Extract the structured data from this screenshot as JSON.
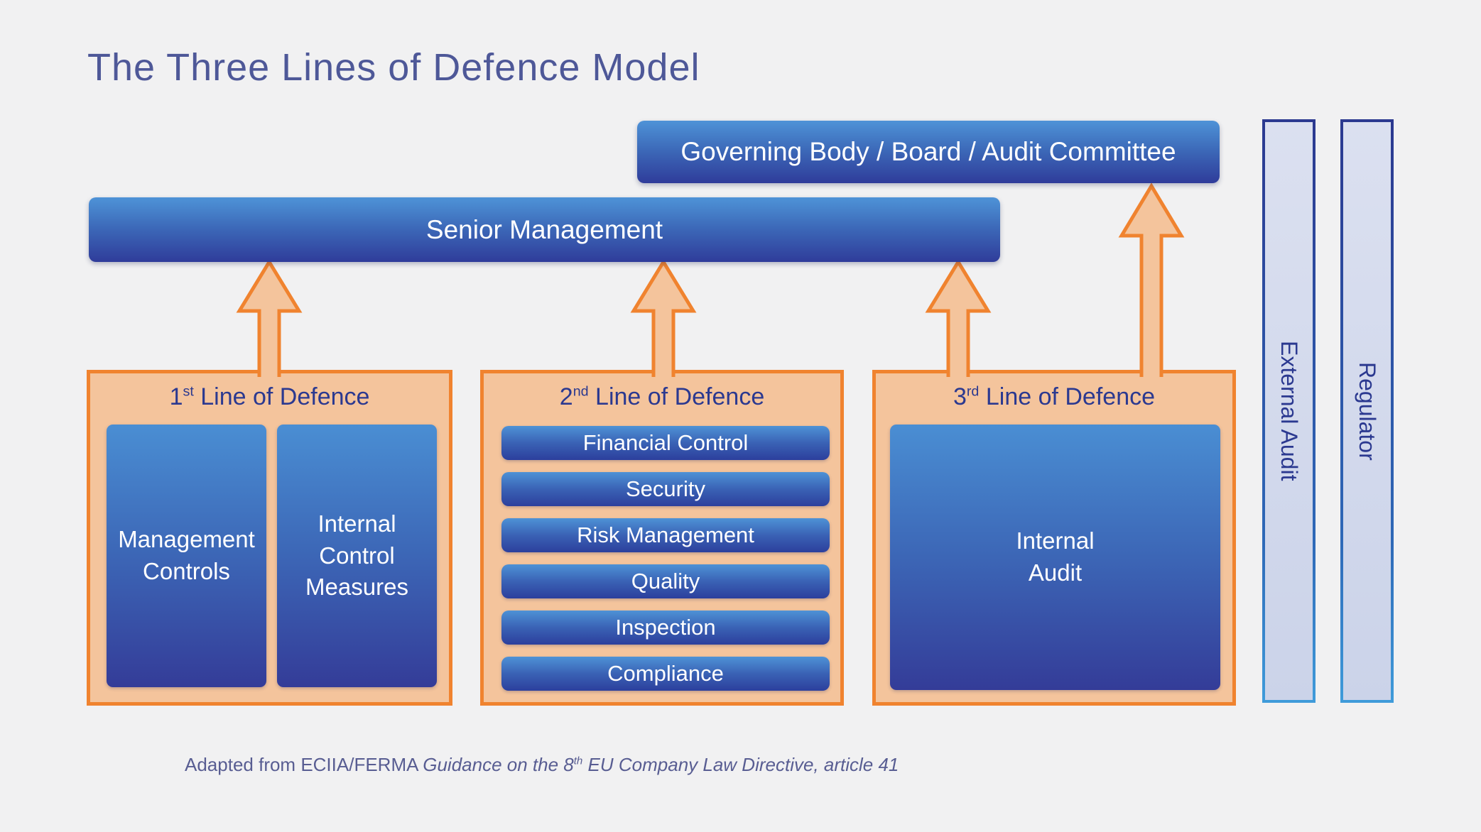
{
  "title": "The Three Lines of Defence Model",
  "governing_body": {
    "label": "Governing Body / Board / Audit Committee"
  },
  "senior_management": {
    "label": "Senior Management"
  },
  "lines": [
    {
      "ordinal": "1",
      "ordinal_suffix": "st",
      "title_rest": " Line of Defence",
      "items": [
        "Management Controls",
        "Internal Control Measures"
      ]
    },
    {
      "ordinal": "2",
      "ordinal_suffix": "nd",
      "title_rest": " Line of Defence",
      "items": [
        "Financial Control",
        "Security",
        "Risk Management",
        "Quality",
        "Inspection",
        "Compliance"
      ]
    },
    {
      "ordinal": "3",
      "ordinal_suffix": "rd",
      "title_rest": " Line of Defence",
      "items": [
        "Internal Audit"
      ]
    }
  ],
  "side_bars": [
    {
      "label": "External Audit"
    },
    {
      "label": "Regulator"
    }
  ],
  "connections": [
    "1st Line of Defence -> Senior Management",
    "2nd Line of Defence -> Senior Management",
    "3rd Line of Defence -> Senior Management",
    "3rd Line of Defence -> Governing Body / Board / Audit Committee"
  ],
  "footer": {
    "prefix": "Adapted from ECIIA/FERMA ",
    "italic_1": "Guidance on the 8",
    "italic_sup": "th",
    "italic_2": " EU Company Law Directive, article 41"
  },
  "colors": {
    "background": "#F1F1F2",
    "accent_orange": "#F0832F",
    "peach_fill": "#F4C49C",
    "box_blue_top": "#4E93D7",
    "box_blue_bottom": "#2F3C9A",
    "heading_navy": "#2B3990",
    "title_blue": "#4E5898",
    "sidebar_fill_top": "#DBE0F0",
    "sidebar_fill_bottom": "#CBD3E9",
    "footer_text": "#585D92"
  }
}
